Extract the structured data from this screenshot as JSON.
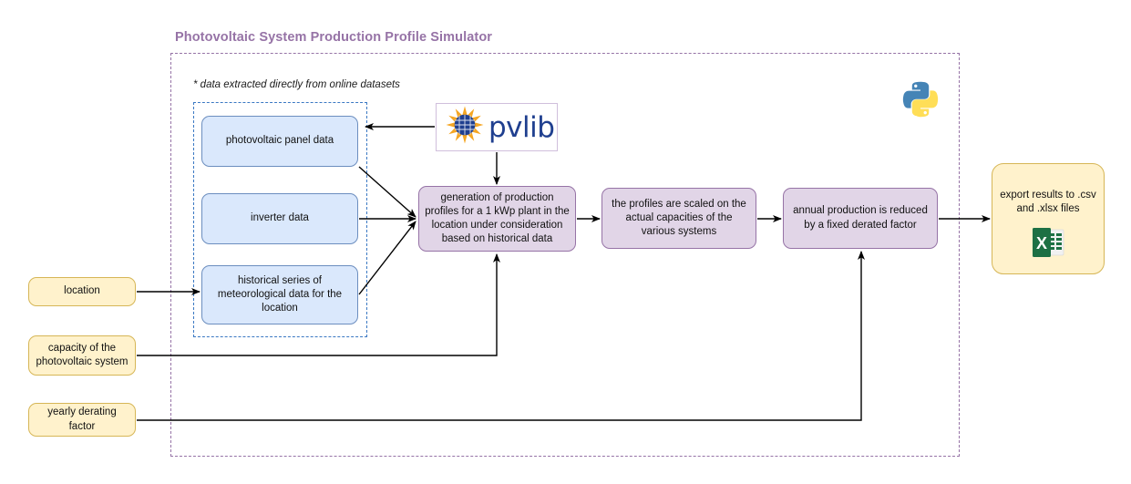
{
  "diagram": {
    "title": "Photovoltaic System Production Profile Simulator",
    "note": "* data extracted directly from online datasets",
    "colors": {
      "title_purple": "#9673a6",
      "frame_outer_dashed": "#9673a6",
      "frame_inner_dashed": "#3a78c3",
      "node_blue_fill": "#dae8fc",
      "node_blue_stroke": "#6c8ebf",
      "node_purple_fill": "#e1d5e7",
      "node_purple_stroke": "#9673a6",
      "node_yellow_fill": "#fff2cc",
      "node_yellow_stroke": "#d6b656",
      "connector": "#000000",
      "pvlib_text": "#1f3f8f",
      "pvlib_sun": "#f5a623",
      "python_blue": "#4584b6",
      "python_yellow": "#ffde57",
      "excel_green": "#1d7044"
    }
  },
  "datasets_group": {
    "panel": "photovoltaic panel data",
    "inverter": "inverter data",
    "historical": "historical series of meteorological data for the location"
  },
  "process": {
    "generation": "generation of production profiles for a 1 kWp plant in the location under consideration based on historical data",
    "scaled": "the profiles are scaled on the actual capacities of the various systems",
    "derated": "annual production is reduced by a fixed derated factor",
    "export": "export results to .csv and .xlsx files"
  },
  "inputs": {
    "location": "location",
    "capacity": "capacity of the photovoltaic system",
    "derating": "yearly derating factor"
  },
  "logos": {
    "pvlib_label": "pvlib",
    "python_name": "python-logo",
    "excel_letter": "X"
  }
}
